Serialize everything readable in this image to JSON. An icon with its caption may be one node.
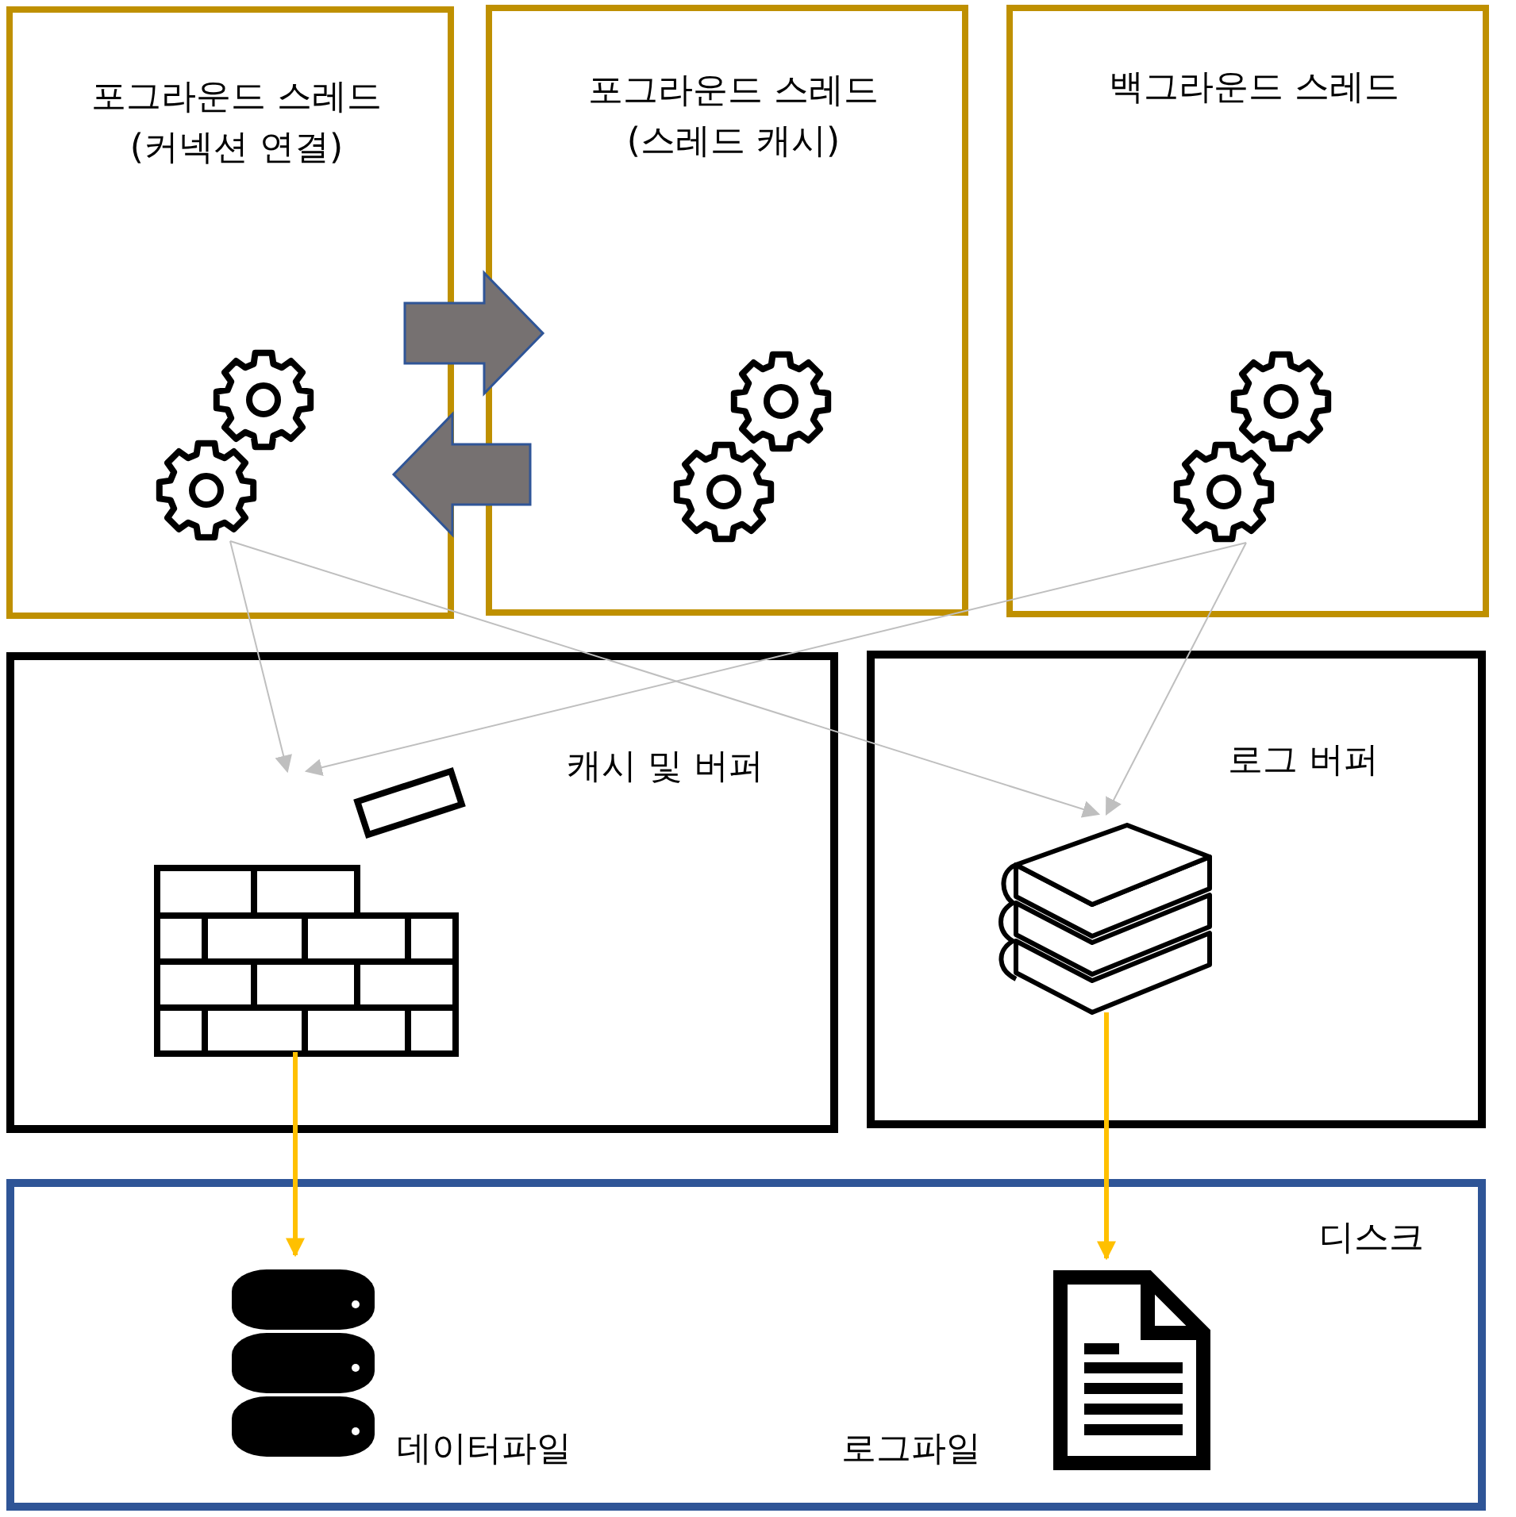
{
  "diagram": {
    "nodes": [
      {
        "text": [
          "포그라운드 스레드 (커넥션 연결)"
        ]
      },
      {
        "text": [],
        "shape": "gears",
        "in": 0
      },
      {
        "text": [
          "포그라운드 스레드 (스레드 캐시)"
        ]
      },
      {
        "text": [],
        "shape": "gears",
        "in": 2
      },
      {
        "text": [
          "백그라운드 스레드"
        ]
      },
      {
        "text": [],
        "shape": "gears",
        "in": 4
      },
      {
        "text": [
          "캐시 및 버퍼"
        ]
      },
      {
        "text": [],
        "shape": "wall",
        "in": 6
      },
      {
        "text": [
          "로그 버퍼"
        ]
      },
      {
        "text": [],
        "shape": "books",
        "in": 8
      },
      {
        "text": [
          "디스크"
        ]
      },
      {
        "text": [],
        "shape": "cylinder",
        "in": 10,
        "beside": [
          "데이터파일"
        ]
      },
      {
        "text": [],
        "shape": "document",
        "in": 10,
        "beside": [
          "로그파일"
        ]
      }
    ],
    "edges": [
      {
        "from": 0,
        "to": 2,
        "arrow": "to",
        "style": "thick",
        "color": "#767171"
      },
      {
        "from": 2,
        "to": 0,
        "arrow": "to",
        "style": "thick",
        "color": "#767171"
      },
      {
        "from": 1,
        "to": 7,
        "arrow": "to"
      },
      {
        "from": 1,
        "to": 9,
        "arrow": "to"
      },
      {
        "from": 5,
        "to": 7,
        "arrow": "to"
      },
      {
        "from": 5,
        "to": 9,
        "arrow": "to"
      },
      {
        "from": 7,
        "to": 11,
        "arrow": "to",
        "style": "thick",
        "color": "#ffc000"
      },
      {
        "from": 9,
        "to": 12,
        "arrow": "to",
        "style": "thick",
        "color": "#ffc000"
      }
    ]
  }
}
